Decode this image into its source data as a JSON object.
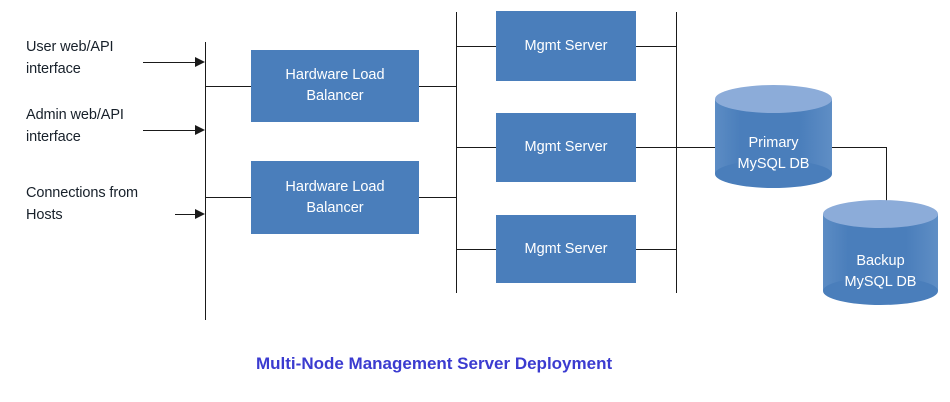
{
  "diagram": {
    "caption": "Multi-Node Management Server Deployment",
    "caption_color": "#3B3BD0",
    "box_fill": "#4A7EBB",
    "cylinder_top_fill": "#8CACD9",
    "line_color": "#1a1a1a",
    "background": "#ffffff",
    "inputs": [
      {
        "label": "User web/API\ninterface"
      },
      {
        "label": "Admin web/API\ninterface"
      },
      {
        "label": "Connections from\nHosts"
      }
    ],
    "load_balancers": [
      {
        "label": "Hardware Load\nBalancer"
      },
      {
        "label": "Hardware Load\nBalancer"
      }
    ],
    "mgmt_servers": [
      {
        "label": "Mgmt Server"
      },
      {
        "label": "Mgmt Server"
      },
      {
        "label": "Mgmt Server"
      }
    ],
    "databases": [
      {
        "label": "Primary\nMySQL DB"
      },
      {
        "label": "Backup\nMySQL DB"
      }
    ]
  }
}
